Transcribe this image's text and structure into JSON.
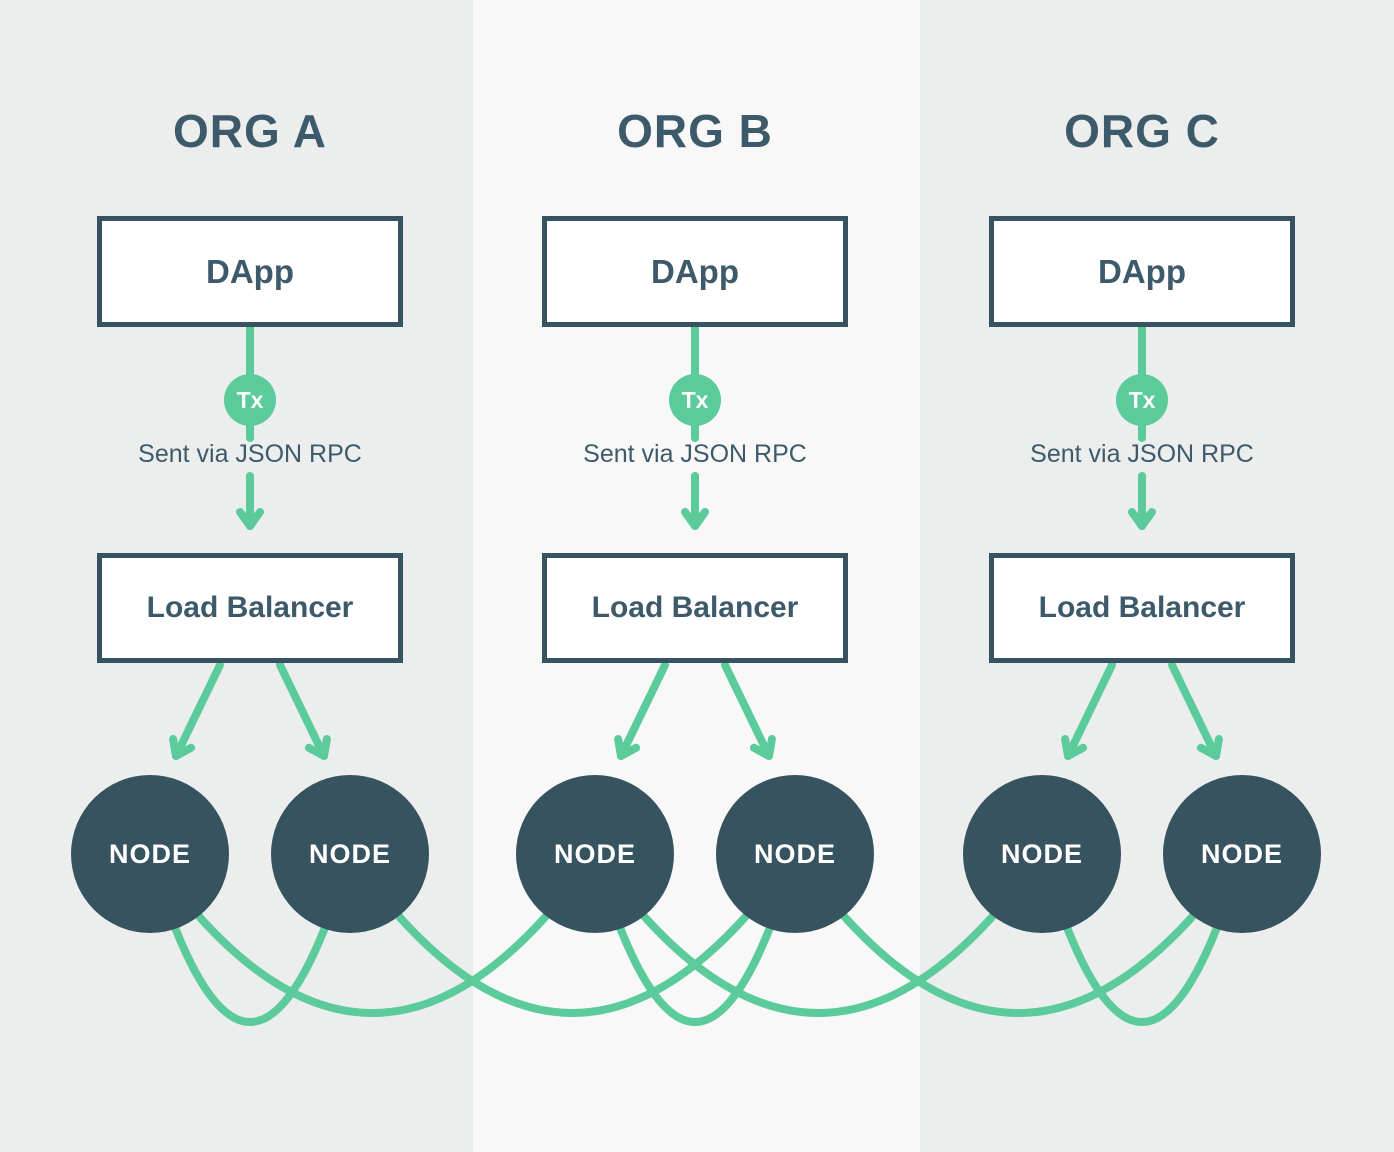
{
  "colors": {
    "band_outer": "#ECEEED",
    "band_middle": "#F7F8F7",
    "slate": "#3D5A6B",
    "slate_dark": "#37535F",
    "green": "#5CCB9B",
    "box_bg": "#FFFFFF",
    "node_text": "#FFFFFF"
  },
  "columns": [
    {
      "title": "ORG A",
      "dapp_label": "DApp",
      "tx_badge": "Tx",
      "rpc_label": "Sent via JSON RPC",
      "lb_label": "Load Balancer",
      "nodes": [
        "NODE",
        "NODE"
      ]
    },
    {
      "title": "ORG B",
      "dapp_label": "DApp",
      "tx_badge": "Tx",
      "rpc_label": "Sent via JSON RPC",
      "lb_label": "Load Balancer",
      "nodes": [
        "NODE",
        "NODE"
      ]
    },
    {
      "title": "ORG C",
      "dapp_label": "DApp",
      "tx_badge": "Tx",
      "rpc_label": "Sent via JSON RPC",
      "lb_label": "Load Balancer",
      "nodes": [
        "NODE",
        "NODE"
      ]
    }
  ],
  "mesh_connections": [
    {
      "from": "org-a-node-1",
      "to": "org-a-node-2"
    },
    {
      "from": "org-a-node-1",
      "to": "org-b-node-1"
    },
    {
      "from": "org-a-node-2",
      "to": "org-b-node-2"
    },
    {
      "from": "org-b-node-1",
      "to": "org-b-node-2"
    },
    {
      "from": "org-b-node-1",
      "to": "org-c-node-1"
    },
    {
      "from": "org-b-node-2",
      "to": "org-c-node-2"
    },
    {
      "from": "org-c-node-1",
      "to": "org-c-node-2"
    }
  ]
}
